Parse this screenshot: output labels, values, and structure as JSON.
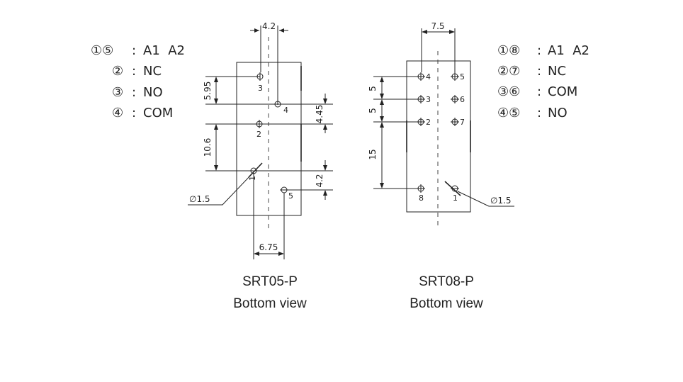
{
  "srt05": {
    "title": "SRT05-P",
    "subtitle": "Bottom view",
    "legend": [
      {
        "pins": "①⑤",
        "sep": ":",
        "label": "A1  A2"
      },
      {
        "pins": "②",
        "sep": ":",
        "label": "NC"
      },
      {
        "pins": "③",
        "sep": ":",
        "label": "NO"
      },
      {
        "pins": "④",
        "sep": ":",
        "label": "COM"
      }
    ],
    "dimensions": {
      "top": "4.2",
      "left_upper": "5.95",
      "left_lower": "10.6",
      "right_upper": "4.45",
      "right_lower": "4.2",
      "bottom": "6.75"
    },
    "pins": {
      "p1": "1",
      "p2": "2",
      "p3": "3",
      "p4": "4",
      "p5": "5"
    },
    "diameter": "∅1.5"
  },
  "srt08": {
    "title": "SRT08-P",
    "subtitle": "Bottom view",
    "legend": [
      {
        "pins": "①⑧",
        "sep": ":",
        "label": "A1  A2"
      },
      {
        "pins": "②⑦",
        "sep": ":",
        "label": "NC"
      },
      {
        "pins": "③⑥",
        "sep": ":",
        "label": "COM"
      },
      {
        "pins": "④⑤",
        "sep": ":",
        "label": "NO"
      }
    ],
    "dimensions": {
      "top": "7.5",
      "left_1": "5",
      "left_2": "5",
      "left_3": "15"
    },
    "pins": {
      "p1": "1",
      "p2": "2",
      "p3": "3",
      "p4": "4",
      "p5": "5",
      "p6": "6",
      "p7": "7",
      "p8": "8"
    },
    "diameter": "∅1.5"
  }
}
